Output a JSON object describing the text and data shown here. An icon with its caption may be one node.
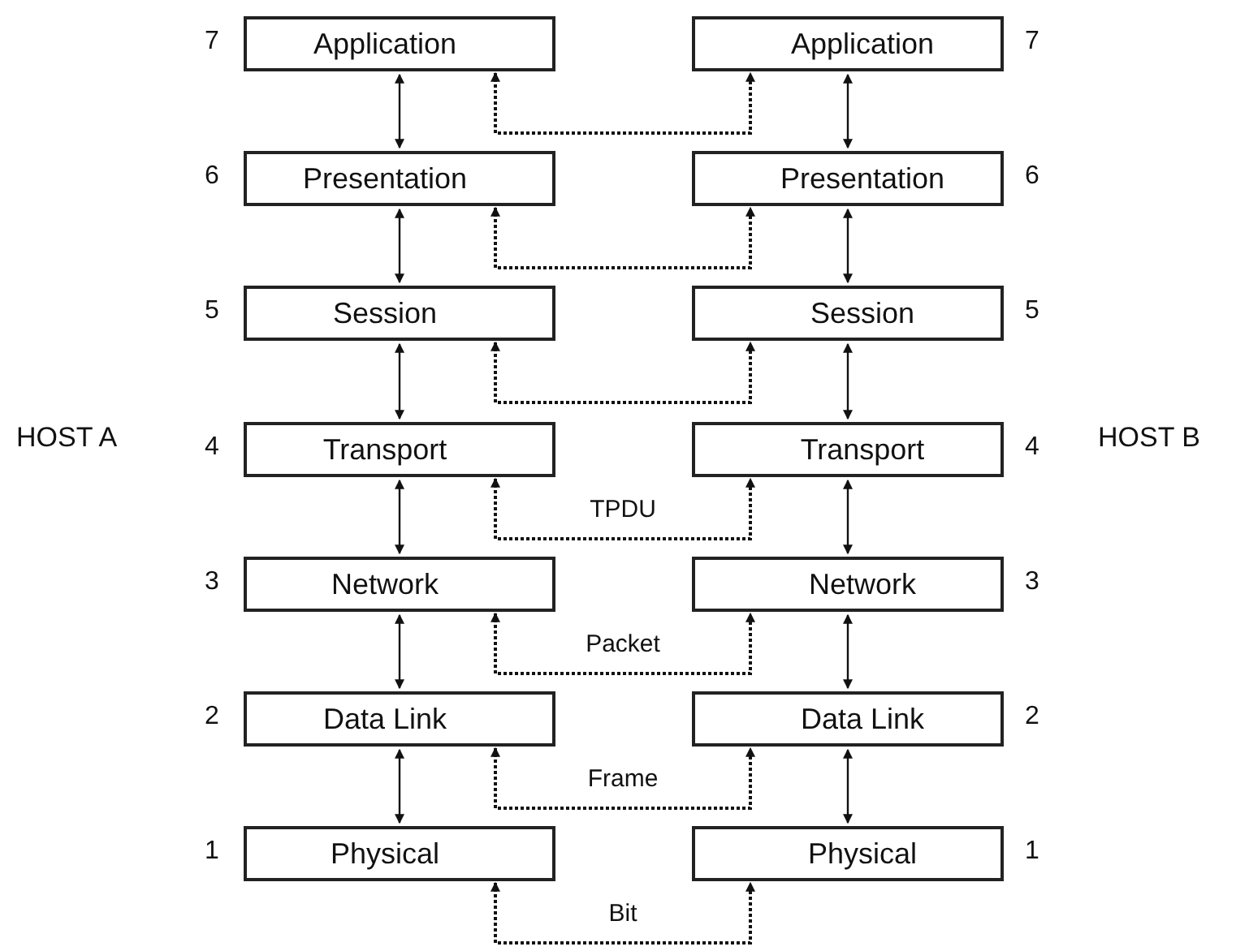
{
  "diagram": {
    "nodes": [
      {
        "text": [
          "Application"
        ],
        "beside": [
          "7"
        ]
      },
      {
        "text": [
          "Presentation"
        ],
        "beside": [
          "6"
        ]
      },
      {
        "text": [
          "Session"
        ],
        "beside": [
          "5"
        ]
      },
      {
        "text": [
          "Transport"
        ],
        "beside": [
          "4"
        ]
      },
      {
        "text": [
          "Network"
        ],
        "beside": [
          "3"
        ]
      },
      {
        "text": [
          "Data Link"
        ],
        "beside": [
          "2"
        ]
      },
      {
        "text": [
          "Physical"
        ],
        "beside": [
          "1"
        ]
      },
      {
        "text": [
          "Application"
        ],
        "beside": [
          "7"
        ]
      },
      {
        "text": [
          "Presentation"
        ],
        "beside": [
          "6"
        ]
      },
      {
        "text": [
          "Session"
        ],
        "beside": [
          "5"
        ]
      },
      {
        "text": [
          "Transport"
        ],
        "beside": [
          "4"
        ]
      },
      {
        "text": [
          "Network"
        ],
        "beside": [
          "3"
        ]
      },
      {
        "text": [
          "Data Link"
        ],
        "beside": [
          "2"
        ]
      },
      {
        "text": [
          "Physical"
        ],
        "beside": [
          "1"
        ]
      }
    ],
    "edges": [
      {
        "from": 0,
        "to": 1,
        "arrow": "both"
      },
      {
        "from": 1,
        "to": 2,
        "arrow": "both"
      },
      {
        "from": 2,
        "to": 3,
        "arrow": "both"
      },
      {
        "from": 3,
        "to": 4,
        "arrow": "both"
      },
      {
        "from": 4,
        "to": 5,
        "arrow": "both"
      },
      {
        "from": 5,
        "to": 6,
        "arrow": "both"
      },
      {
        "from": 7,
        "to": 8,
        "arrow": "both"
      },
      {
        "from": 8,
        "to": 9,
        "arrow": "both"
      },
      {
        "from": 9,
        "to": 10,
        "arrow": "both"
      },
      {
        "from": 10,
        "to": 11,
        "arrow": "both"
      },
      {
        "from": 11,
        "to": 12,
        "arrow": "both"
      },
      {
        "from": 12,
        "to": 13,
        "arrow": "both"
      },
      {
        "from": 0,
        "to": 7,
        "arrow": "both",
        "style": "dashed"
      },
      {
        "from": 1,
        "to": 8,
        "arrow": "both",
        "style": "dashed"
      },
      {
        "from": 2,
        "to": 9,
        "arrow": "both",
        "style": "dashed"
      },
      {
        "from": 3,
        "to": 10,
        "arrow": "both",
        "style": "dashed",
        "label": "TPDU"
      },
      {
        "from": 4,
        "to": 11,
        "arrow": "both",
        "style": "dashed",
        "label": "Packet"
      },
      {
        "from": 5,
        "to": 12,
        "arrow": "both",
        "style": "dashed",
        "label": "Frame"
      },
      {
        "from": 6,
        "to": 13,
        "arrow": "both",
        "style": "dashed",
        "label": "Bit"
      }
    ],
    "labels": [
      "HOST A",
      "HOST B"
    ]
  }
}
